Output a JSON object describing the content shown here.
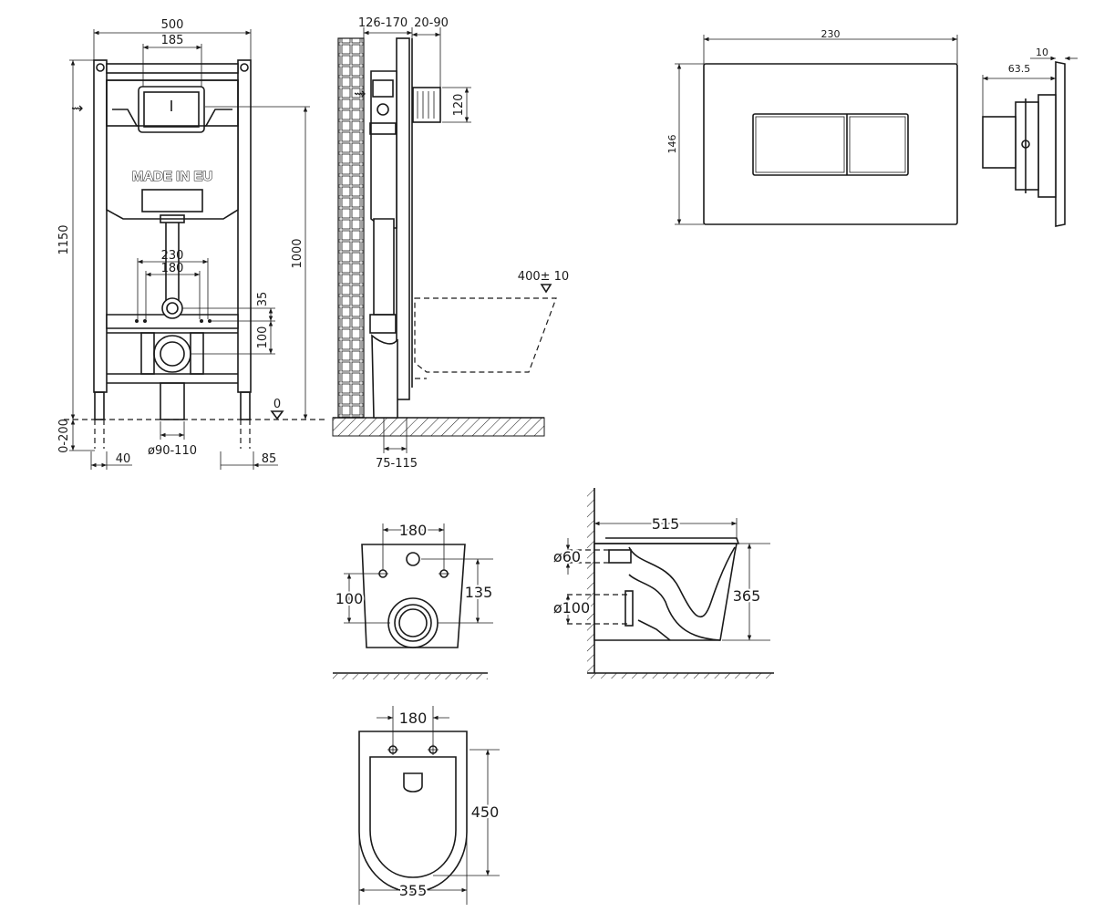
{
  "frame_front": {
    "dim_500": "500",
    "dim_185": "185",
    "dim_1150": "1150",
    "dim_1000": "1000",
    "dim_230": "230",
    "dim_180": "180",
    "dim_35": "35",
    "dim_100": "100",
    "dim_0_200": "0-200",
    "dim_40": "40",
    "dim_85": "85",
    "dim_pipe": "ø90-110",
    "level_zero": "0",
    "marking": "MADE IN EU"
  },
  "frame_side": {
    "dim_126_170": "126-170",
    "dim_20_90": "20-90",
    "dim_120": "120",
    "dim_75_115": "75-115",
    "dim_400": "400± 10"
  },
  "flush_plate": {
    "dim_230": "230",
    "dim_146": "146",
    "dim_10": "10",
    "dim_63_5": "63.5"
  },
  "bowl_back": {
    "dim_180": "180",
    "dim_100": "100",
    "dim_135": "135"
  },
  "bowl_side": {
    "dim_515": "515",
    "dim_60": "ø60",
    "dim_d100": "ø100",
    "dim_365": "365"
  },
  "bowl_top": {
    "dim_180": "180",
    "dim_450": "450",
    "dim_355": "355"
  }
}
